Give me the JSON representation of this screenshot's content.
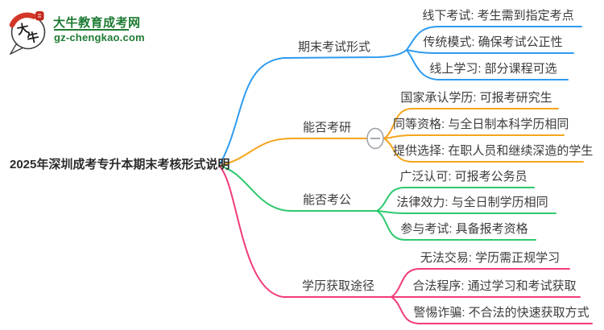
{
  "logo": {
    "bubble_char1": "大",
    "bubble_char2": "牛",
    "site_name": "大牛教育成考网",
    "site_url": "gz-chengkao.com",
    "brand_green": "#1E7B33",
    "seal_red": "#C5281C",
    "crescent_red": "#D23727"
  },
  "mindmap": {
    "root": {
      "label": "2025年深圳成考专升本期末考核形式说明"
    },
    "toggle": {
      "branch": "能否考研",
      "state": "expanded",
      "icon": "minus-icon",
      "color": "#9aa0a6"
    },
    "branches": [
      {
        "label": "期末考试形式",
        "color": "#2E9BF0",
        "leaves": [
          {
            "text": "线下考试: 考生需到指定考点"
          },
          {
            "text": "传统模式: 确保考试公正性"
          },
          {
            "text": "线上学习: 部分课程可选"
          }
        ]
      },
      {
        "label": "能否考研",
        "color": "#F5A51D",
        "leaves": [
          {
            "text": "国家承认学历: 可报考研究生"
          },
          {
            "text": "同等资格: 与全日制本科学历相同"
          },
          {
            "text": "提供选择: 在职人员和继续深造的学生"
          }
        ]
      },
      {
        "label": "能否考公",
        "color": "#2DC96E",
        "leaves": [
          {
            "text": "广泛认可: 可报考公务员"
          },
          {
            "text": "法律效力: 与全日制学历相同"
          },
          {
            "text": "参与考试: 具备报考资格"
          }
        ]
      },
      {
        "label": "学历获取途径",
        "color": "#F23A7B",
        "leaves": [
          {
            "text": "无法交易: 学历需正规学习"
          },
          {
            "text": "合法程序: 通过学习和考试获取"
          },
          {
            "text": "警惕诈骗: 不合法的快速获取方式"
          }
        ]
      }
    ]
  }
}
